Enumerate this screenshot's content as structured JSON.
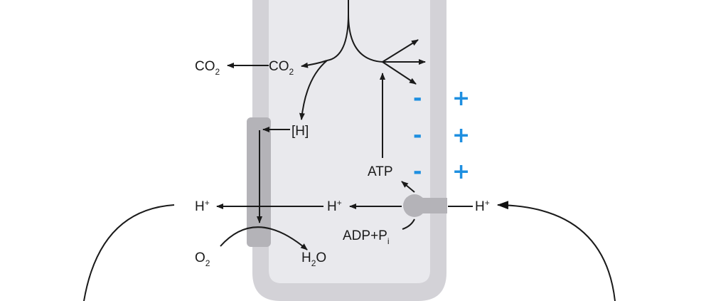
{
  "labels": {
    "co2_outer": "CO",
    "co2_outer_sub": "2",
    "co2_inner": "CO",
    "co2_inner_sub": "2",
    "h_carrier": "[H]",
    "atp": "ATP",
    "h_plus_left": "H",
    "h_plus_mid": "H",
    "h_plus_right": "H",
    "plus_sup": "+",
    "adp": "ADP+P",
    "adp_sub": "i",
    "o2": "O",
    "o2_sub": "2",
    "h2o_h": "H",
    "h2o_sub": "2",
    "h2o_o": "O"
  },
  "charges": {
    "minus": "-",
    "plus": "+"
  },
  "colors": {
    "membrane": "#d3d2d7",
    "matrix": "#e9e9ed",
    "chain": "#b4b3b8",
    "charge": "#1e8fe0"
  }
}
